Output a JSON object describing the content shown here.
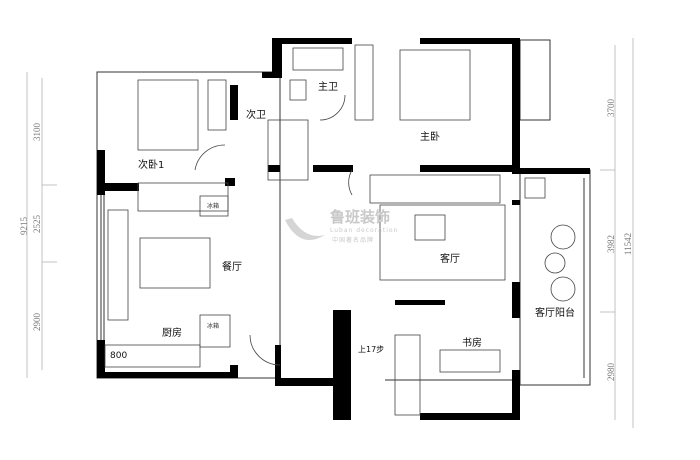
{
  "rooms": {
    "master_bath": "主卫",
    "second_bath": "次卫",
    "master_bedroom": "主卧",
    "second_bedroom": "次卧1",
    "dining": "餐厅",
    "living": "客厅",
    "kitchen": "厨房",
    "study": "书房",
    "living_balcony": "客厅阳台"
  },
  "annotations": {
    "stairs": "上17步",
    "width_800": "800",
    "fridge_1": "冰箱",
    "fridge_2": "冰箱"
  },
  "dimensions": {
    "left_total": "9215",
    "left": [
      "3100",
      "2525",
      "2900"
    ],
    "right_total": "11542",
    "right": [
      "3700",
      "3982",
      "2980"
    ]
  },
  "watermark": {
    "brand": "鲁班装饰",
    "english": "Luban decoration",
    "slogan": "中国著名品牌"
  },
  "colors": {
    "wall": "#000000",
    "line": "#333333",
    "dimension": "#888888"
  }
}
